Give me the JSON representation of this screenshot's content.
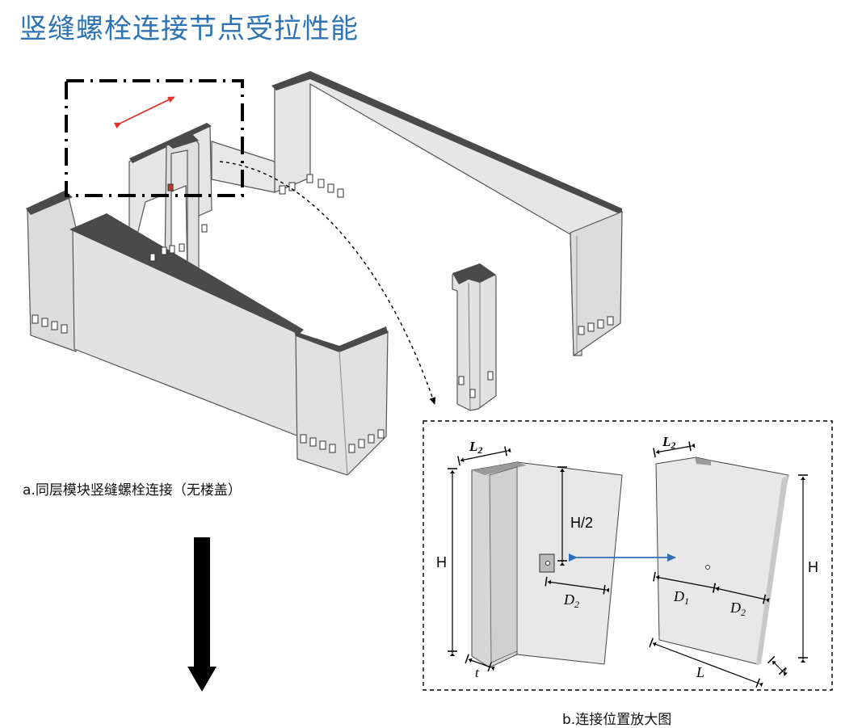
{
  "page": {
    "title": "竖缝螺栓连接节点受拉性能"
  },
  "figure_a": {
    "caption": "a.同层模块竖缝螺栓连接（无楼盖）"
  },
  "figure_b": {
    "caption": "b.连接位置放大图",
    "labels": {
      "l2_left": "L",
      "l2_left_sub": "2",
      "l2_right": "L",
      "l2_right_sub": "2",
      "h_left": "H",
      "h_half": "H/2",
      "d2_left": "D",
      "d2_left_sub": "2",
      "t_left": "t",
      "d1": "D",
      "d1_sub": "1",
      "d2_right": "D",
      "d2_right_sub": "2",
      "h_right": "H",
      "l_bottom": "L",
      "t_right": "t"
    }
  },
  "colors": {
    "title": "#2e74b5",
    "red_arrow": "#d9352c",
    "blue_arrow": "#2f6fba",
    "wall_face": "#e4e4e4",
    "wall_top": "#4a4a4a"
  }
}
